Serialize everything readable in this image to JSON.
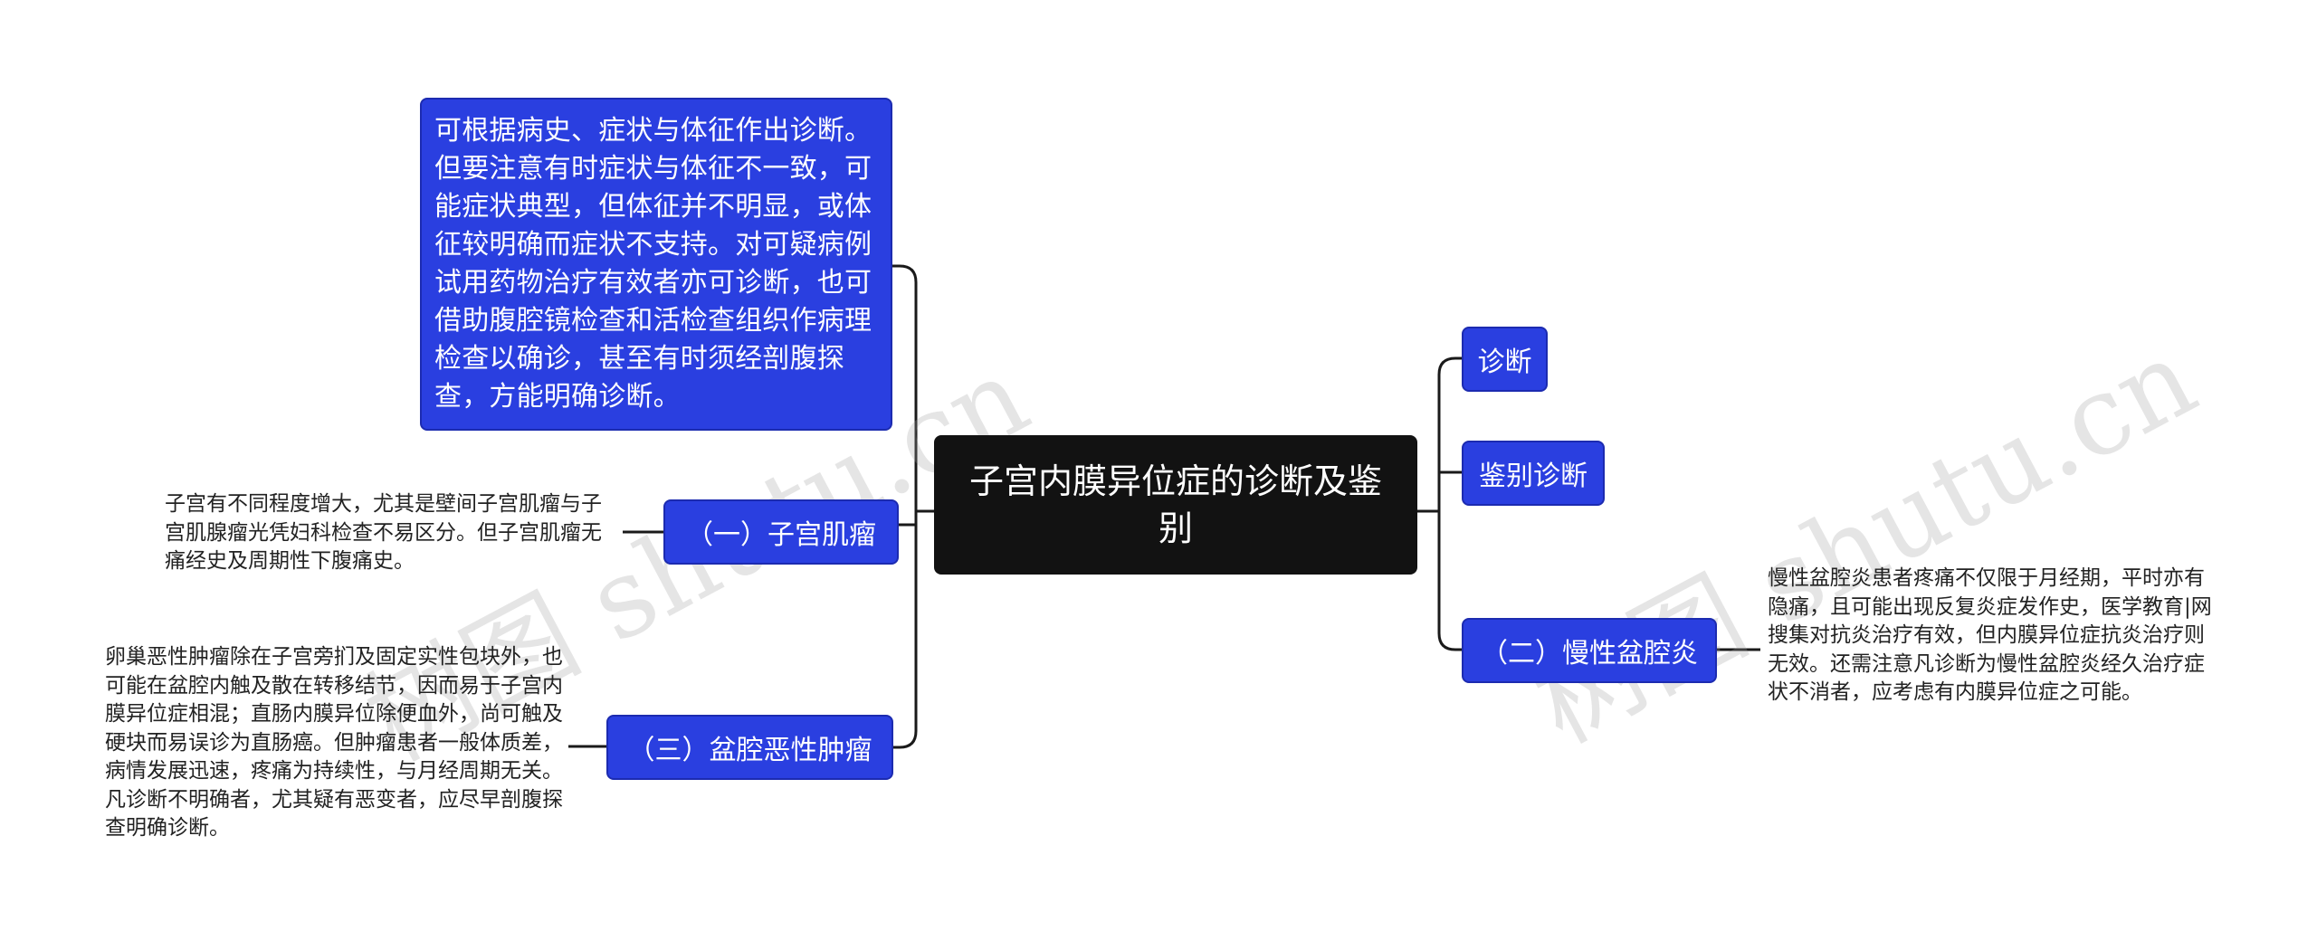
{
  "center": {
    "title": "子宫内膜异位症的诊断及鉴别"
  },
  "left": {
    "top_box": "可根据病史、症状与体征作出诊断。但要注意有时症状与体征不一致，可能症状典型，但体征并不明显，或体征较明确而症状不支持。对可疑病例试用药物治疗有效者亦可诊断，也可借助腹腔镜检查和活检查组织作病理检查以确诊，甚至有时须经剖腹探查，方能明确诊断。",
    "node1": {
      "label": "（一）子宫肌瘤",
      "note": "子宫有不同程度增大，尤其是壁间子宫肌瘤与子宫肌腺瘤光凭妇科检查不易区分。但子宫肌瘤无痛经史及周期性下腹痛史。"
    },
    "node3": {
      "label": "（三）盆腔恶性肿瘤",
      "note": "卵巢恶性肿瘤除在子宫旁扪及固定实性包块外，也可能在盆腔内触及散在转移结节，因而易于子宫内膜异位症相混；直肠内膜异位除便血外，尚可触及硬块而易误诊为直肠癌。但肿瘤患者一般体质差，病情发展迅速，疼痛为持续性，与月经周期无关。凡诊断不明确者，尤其疑有恶变者，应尽早剖腹探查明确诊断。"
    }
  },
  "right": {
    "diagnosis": "诊断",
    "differential": "鉴别诊断",
    "node2": {
      "label": "（二）慢性盆腔炎",
      "note": "慢性盆腔炎患者疼痛不仅限于月经期，平时亦有隐痛，且可能出现反复炎症发作史，医学教育|网搜集对抗炎治疗有效，但内膜异位症抗炎治疗则无效。还需注意凡诊断为慢性盆腔炎经久治疗症状不消者，应考虑有内膜异位症之可能。"
    }
  },
  "watermark": {
    "text": "树图 shutu.cn"
  },
  "colors": {
    "node_fill": "#2a3fe0",
    "center_fill": "#121212",
    "line": "#1a1a1a"
  }
}
